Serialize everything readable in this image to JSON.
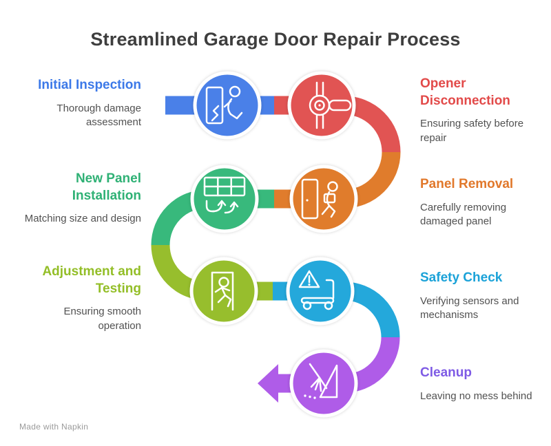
{
  "title": "Streamlined Garage Door Repair Process",
  "watermark": "Made with Napkin",
  "colors": {
    "title_text": "#3e3e3e",
    "description_text": "#515151",
    "watermark_text": "#9a9a9a"
  },
  "steps": [
    {
      "id": "initial-inspection",
      "label": "Initial Inspection",
      "description": "Thorough damage assessment",
      "color": "#4a80e8",
      "heading_color": "#3c79e8",
      "icon": "door-inspection-icon",
      "side": "left"
    },
    {
      "id": "opener-disconnection",
      "label": "Opener Disconnection",
      "description": "Ensuring safety before repair",
      "color": "#e15453",
      "heading_color": "#e24a49",
      "icon": "opener-mechanism-icon",
      "side": "right"
    },
    {
      "id": "panel-removal",
      "label": "Panel Removal",
      "description": "Carefully removing damaged panel",
      "color": "#e07c2c",
      "heading_color": "#e1782b",
      "icon": "panel-carry-icon",
      "side": "right"
    },
    {
      "id": "new-panel-installation",
      "label": "New Panel Installation",
      "description": "Matching size and design",
      "color": "#38b97c",
      "heading_color": "#2fb175",
      "icon": "panel-install-icon",
      "side": "left"
    },
    {
      "id": "adjustment-and-testing",
      "label": "Adjustment and Testing",
      "description": "Ensuring smooth operation",
      "color": "#97be2d",
      "heading_color": "#93be27",
      "icon": "door-testing-icon",
      "side": "left"
    },
    {
      "id": "safety-check",
      "label": "Safety Check",
      "description": "Verifying sensors and mechanisms",
      "color": "#24a8db",
      "heading_color": "#1ba2d8",
      "icon": "safety-warning-icon",
      "side": "right"
    },
    {
      "id": "cleanup",
      "label": "Cleanup",
      "description": "Leaving no mess behind",
      "color": "#af5ce8",
      "heading_color": "#7e5be5",
      "icon": "broom-icon",
      "side": "right"
    }
  ]
}
